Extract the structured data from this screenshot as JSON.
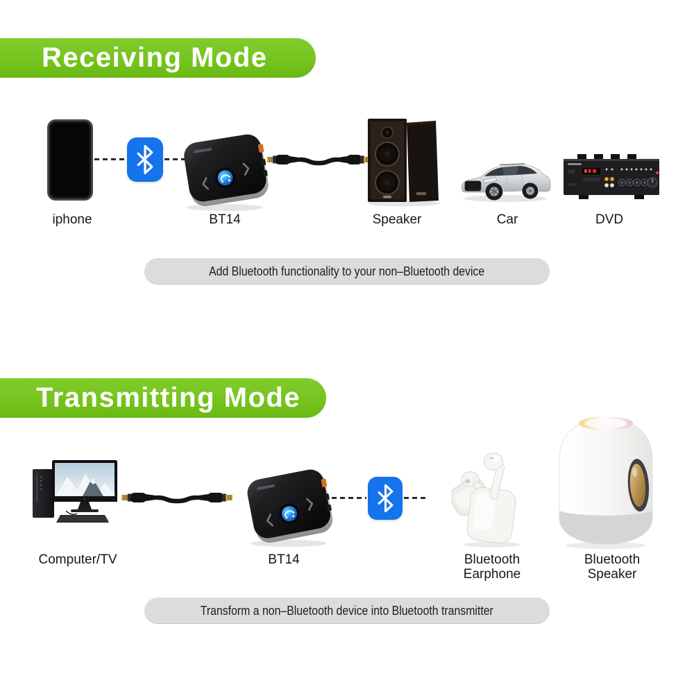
{
  "colors": {
    "green": "#76C41F",
    "blue": "#1573EB",
    "pillBg": "#DCDCDC",
    "pillText": "#1C1C1C",
    "labelText": "#161616",
    "bannerText": "#FFFFFF"
  },
  "receiving": {
    "banner": "Receiving Mode",
    "device_labels": [
      "iphone",
      "BT14",
      "Speaker",
      "Car",
      "DVD"
    ],
    "caption": "Add Bluetooth functionality to your non–Bluetooth device"
  },
  "transmitting": {
    "banner": "Transmitting Mode",
    "device_labels": [
      "Computer/TV",
      "BT14"
    ],
    "earphone_label": [
      "Bluetooth",
      "Earphone"
    ],
    "speaker_label": [
      "Bluetooth",
      "Speaker"
    ],
    "caption": "Transform a non–Bluetooth device into Bluetooth transmitter"
  }
}
